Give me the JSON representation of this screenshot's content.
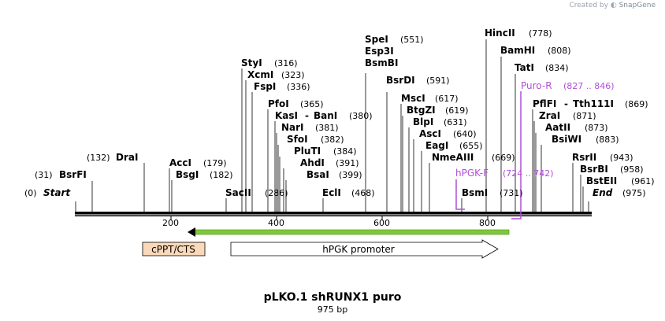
{
  "watermark": {
    "prefix": "Created by",
    "brand": "SnapGene"
  },
  "map": {
    "title": "pLKO.1 shRUNX1 puro",
    "length_label": "975 bp",
    "ruler_ticks": [
      "200",
      "400",
      "600",
      "800"
    ],
    "sites": [
      {
        "name": "Start",
        "pos": "(0)",
        "italic": true
      },
      {
        "name": "BsrFI",
        "pos": "(31)"
      },
      {
        "name": "DraI",
        "pos": "(132)"
      },
      {
        "name": "AccI",
        "pos": "(179)"
      },
      {
        "name": "BsgI",
        "pos": "(182)"
      },
      {
        "name": "SacII",
        "pos": "(286)"
      },
      {
        "name": "StyI",
        "pos": "(316)"
      },
      {
        "name": "XcmI",
        "pos": "(323)"
      },
      {
        "name": "FspI",
        "pos": "(336)"
      },
      {
        "name": "PfoI",
        "pos": "(365)"
      },
      {
        "name": "KasI",
        "name2": "BanI",
        "pos": "(380)"
      },
      {
        "name": "NarI",
        "pos": "(381)"
      },
      {
        "name": "SfoI",
        "pos": "(382)"
      },
      {
        "name": "PluTI",
        "pos": "(384)"
      },
      {
        "name": "AhdI",
        "pos": "(391)"
      },
      {
        "name": "BsaI",
        "pos": "(399)"
      },
      {
        "name": "EclI",
        "pos": "(468)"
      },
      {
        "name": "SpeI",
        "pos": "(551)"
      },
      {
        "name": "Esp3I",
        "pos": ""
      },
      {
        "name": "BsmBI",
        "pos": ""
      },
      {
        "name": "BsrDI",
        "pos": "(591)"
      },
      {
        "name": "MscI",
        "pos": "(617)"
      },
      {
        "name": "BtgZI",
        "pos": "(619)"
      },
      {
        "name": "BlpI",
        "pos": "(631)"
      },
      {
        "name": "AscI",
        "pos": "(640)"
      },
      {
        "name": "EagI",
        "pos": "(655)"
      },
      {
        "name": "NmeAIII",
        "pos": "(669)"
      },
      {
        "name": "BsmI",
        "pos": "(731)"
      },
      {
        "name": "HincII",
        "pos": "(778)"
      },
      {
        "name": "BamHI",
        "pos": "(808)"
      },
      {
        "name": "TatI",
        "pos": "(834)"
      },
      {
        "name": "PflFI",
        "name2": "Tth111I",
        "pos": "(869)"
      },
      {
        "name": "ZraI",
        "pos": "(871)"
      },
      {
        "name": "AatII",
        "pos": "(873)"
      },
      {
        "name": "BsiWI",
        "pos": "(883)"
      },
      {
        "name": "RsrII",
        "pos": "(943)"
      },
      {
        "name": "BsrBI",
        "pos": "(958)"
      },
      {
        "name": "BstEII",
        "pos": "(961)"
      },
      {
        "name": "End",
        "pos": "(975)",
        "italic": true
      }
    ],
    "primers": [
      {
        "name": "hPGK-F",
        "range": "(724 .. 742)"
      },
      {
        "name": "Puro-R",
        "range": "(827 .. 846)"
      }
    ],
    "features": [
      {
        "name": "cPPT/CTS",
        "color": "#f9d9b9"
      },
      {
        "name": "hPGK promoter",
        "color": "#ffffff"
      }
    ],
    "colors": {
      "primer": "#b24fd6",
      "ori_arrow": "#7ec83b",
      "backbone": "#000000"
    }
  }
}
